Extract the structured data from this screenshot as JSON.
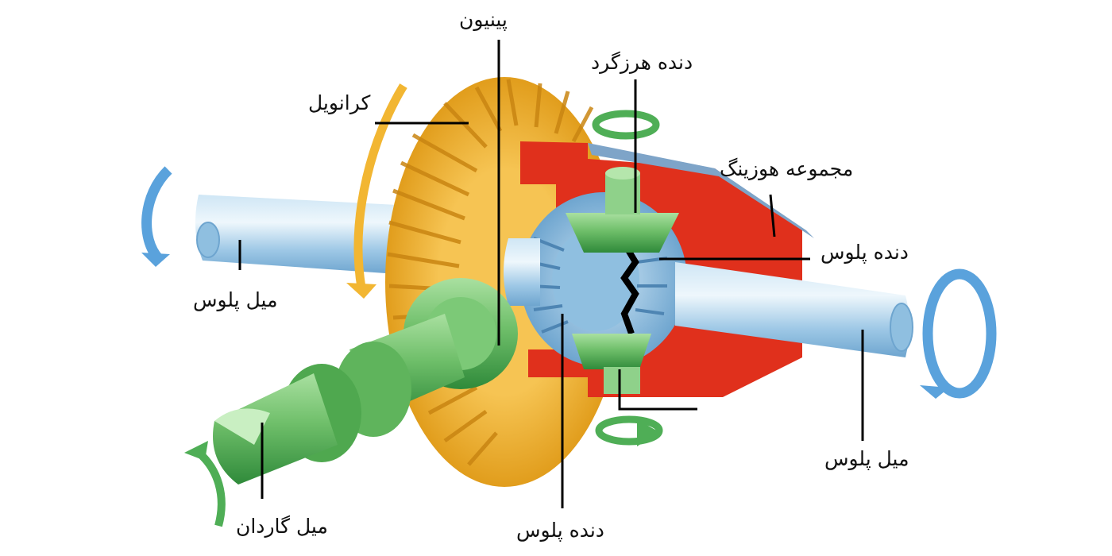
{
  "diagram": {
    "subject": "differential-assembly",
    "colors": {
      "ring_gear": "#f2b632",
      "ring_gear_dark": "#d48f10",
      "housing": "#e0301c",
      "housing_dark": "#a91c0f",
      "axle_blue": "#a8d0ea",
      "axle_blue_dark": "#5f97c4",
      "arrow_blue": "#5aa2dc",
      "green": "#6fbf6a",
      "green_dark": "#2f8a3a",
      "leader": "#000000",
      "background": "#ffffff"
    },
    "labels": {
      "pinion": "پینیون",
      "spider_gear": "دنده هرزگرد",
      "ring_gear": "کرانویل",
      "housing_assembly": "مجموعه هوزینگ",
      "side_gear_right": "دنده پلوس",
      "axle_left": "میل پلوس",
      "axle_right": "میل پلوس",
      "driveshaft": "میل گاردان",
      "side_gear_bottom": "دنده پلوس"
    }
  }
}
